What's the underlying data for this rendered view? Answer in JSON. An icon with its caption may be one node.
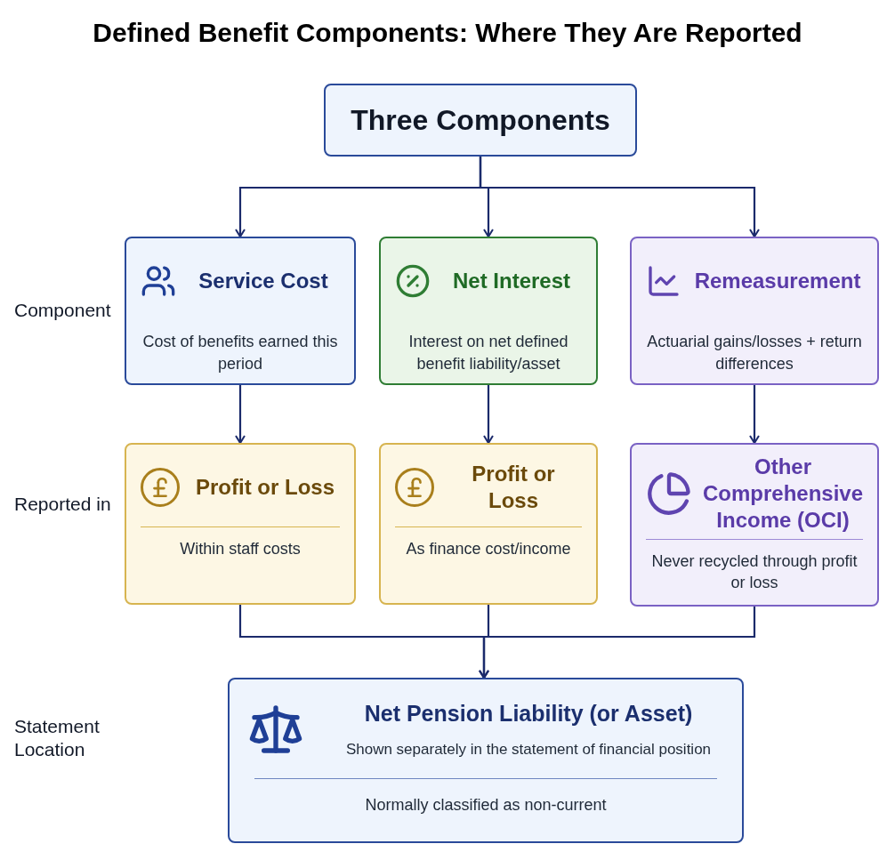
{
  "diagram": {
    "title": "Defined Benefit Components: Where They Are Reported",
    "nodes": [
      {
        "text": [
          "Three Components"
        ]
      },
      {
        "text": [
          "Service Cost",
          "Cost of benefits earned this period"
        ]
      },
      {
        "text": [
          "Net Interest",
          "Interest on net defined benefit liability/asset"
        ]
      },
      {
        "text": [
          "Remeasurement",
          "Actuarial gains/losses + return differences"
        ]
      },
      {
        "text": [
          "Profit or Loss",
          "Within staff costs"
        ]
      },
      {
        "text": [
          "Profit or Loss",
          "As finance cost/income"
        ]
      },
      {
        "text": [
          "Other Comprehensive Income (OCI)",
          "Never recycled through profit or loss"
        ]
      },
      {
        "text": [
          "Net Pension Liability (or Asset)",
          "Shown separately in the statement of financial position",
          "Normally classified as non-current"
        ]
      }
    ],
    "edges": [
      {
        "from": 0,
        "to": 1,
        "arrow": "to"
      },
      {
        "from": 0,
        "to": 2,
        "arrow": "to"
      },
      {
        "from": 0,
        "to": 3,
        "arrow": "to"
      },
      {
        "from": 1,
        "to": 4,
        "arrow": "to"
      },
      {
        "from": 2,
        "to": 5,
        "arrow": "to"
      },
      {
        "from": 3,
        "to": 6,
        "arrow": "to"
      },
      {
        "from": 4,
        "to": 7,
        "arrow": "to"
      },
      {
        "from": 5,
        "to": 7,
        "arrow": "to"
      },
      {
        "from": 6,
        "to": 7,
        "arrow": "to"
      }
    ],
    "labels": [
      "Component",
      "Reported in",
      "Statement Location"
    ]
  }
}
